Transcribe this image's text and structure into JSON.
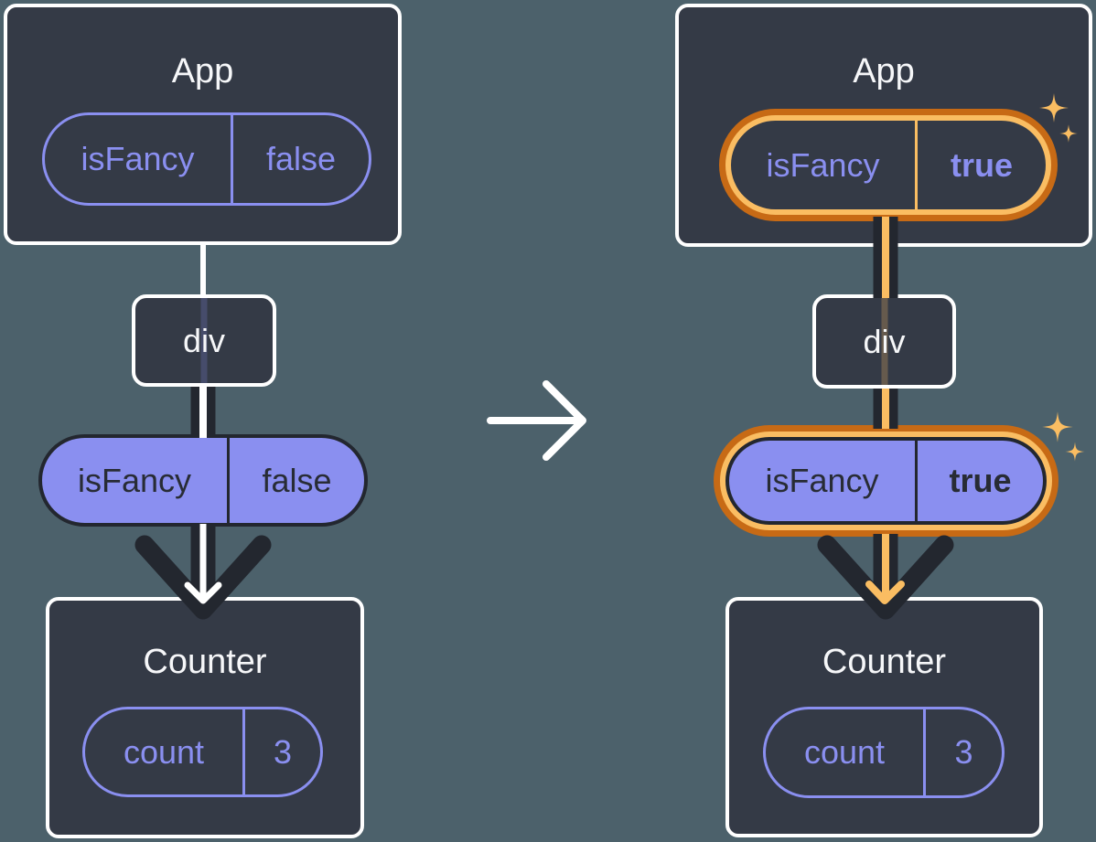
{
  "colors": {
    "background": "#4C616B",
    "card_background": "#343A46",
    "dark_stroke": "#23272F",
    "purple": "#8A8FF0",
    "highlight_orange": "#C76A15",
    "highlight_orange_light": "#FABD62",
    "white": "#FFFFFF"
  },
  "icons": {
    "arrow_right": "→",
    "arrow_down": "↓",
    "sparkle": "✦"
  },
  "left_tree": {
    "app": {
      "title": "App",
      "prop_name": "isFancy",
      "prop_value": "false"
    },
    "div_node": {
      "label": "div"
    },
    "passed_prop": {
      "name": "isFancy",
      "value": "false"
    },
    "counter": {
      "title": "Counter",
      "state_name": "count",
      "state_value": "3"
    }
  },
  "right_tree": {
    "app": {
      "title": "App",
      "prop_name": "isFancy",
      "prop_value": "true"
    },
    "div_node": {
      "label": "div"
    },
    "passed_prop": {
      "name": "isFancy",
      "value": "true"
    },
    "counter": {
      "title": "Counter",
      "state_name": "count",
      "state_value": "3"
    }
  }
}
